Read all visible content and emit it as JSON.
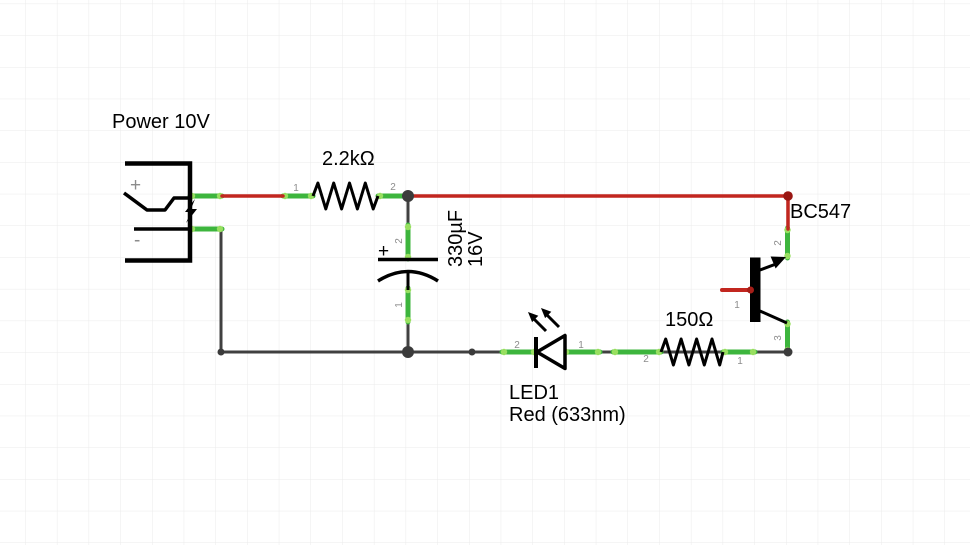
{
  "colors": {
    "background": "#ffffff",
    "grid": "#ebebeb",
    "wire": "#404040",
    "power_wire": "#c2261f",
    "pin": "#3db53d",
    "pin_end": "#98df60",
    "junction": "#3b3b3b",
    "red_junction": "#991612",
    "red_stub_end": "#a61e18",
    "pin_label": "#8c8c8c",
    "symbol": "#000000"
  },
  "schematic": {
    "power": {
      "label": "Power 10V",
      "plus": "+",
      "minus": "-"
    },
    "resistor1": {
      "value": "2.2kΩ",
      "pin1": "1",
      "pin2": "2"
    },
    "capacitor": {
      "value": "330µF",
      "voltage": "16V",
      "plus": "+",
      "pin1": "1",
      "pin2": "2"
    },
    "led": {
      "name": "LED1",
      "desc": "Red (633nm)",
      "pin1": "1",
      "pin2": "2"
    },
    "resistor2": {
      "value": "150Ω",
      "pin1": "1",
      "pin2": "2"
    },
    "transistor": {
      "name": "BC547",
      "pin1": "1",
      "pin2": "2",
      "pin3": "3"
    }
  }
}
